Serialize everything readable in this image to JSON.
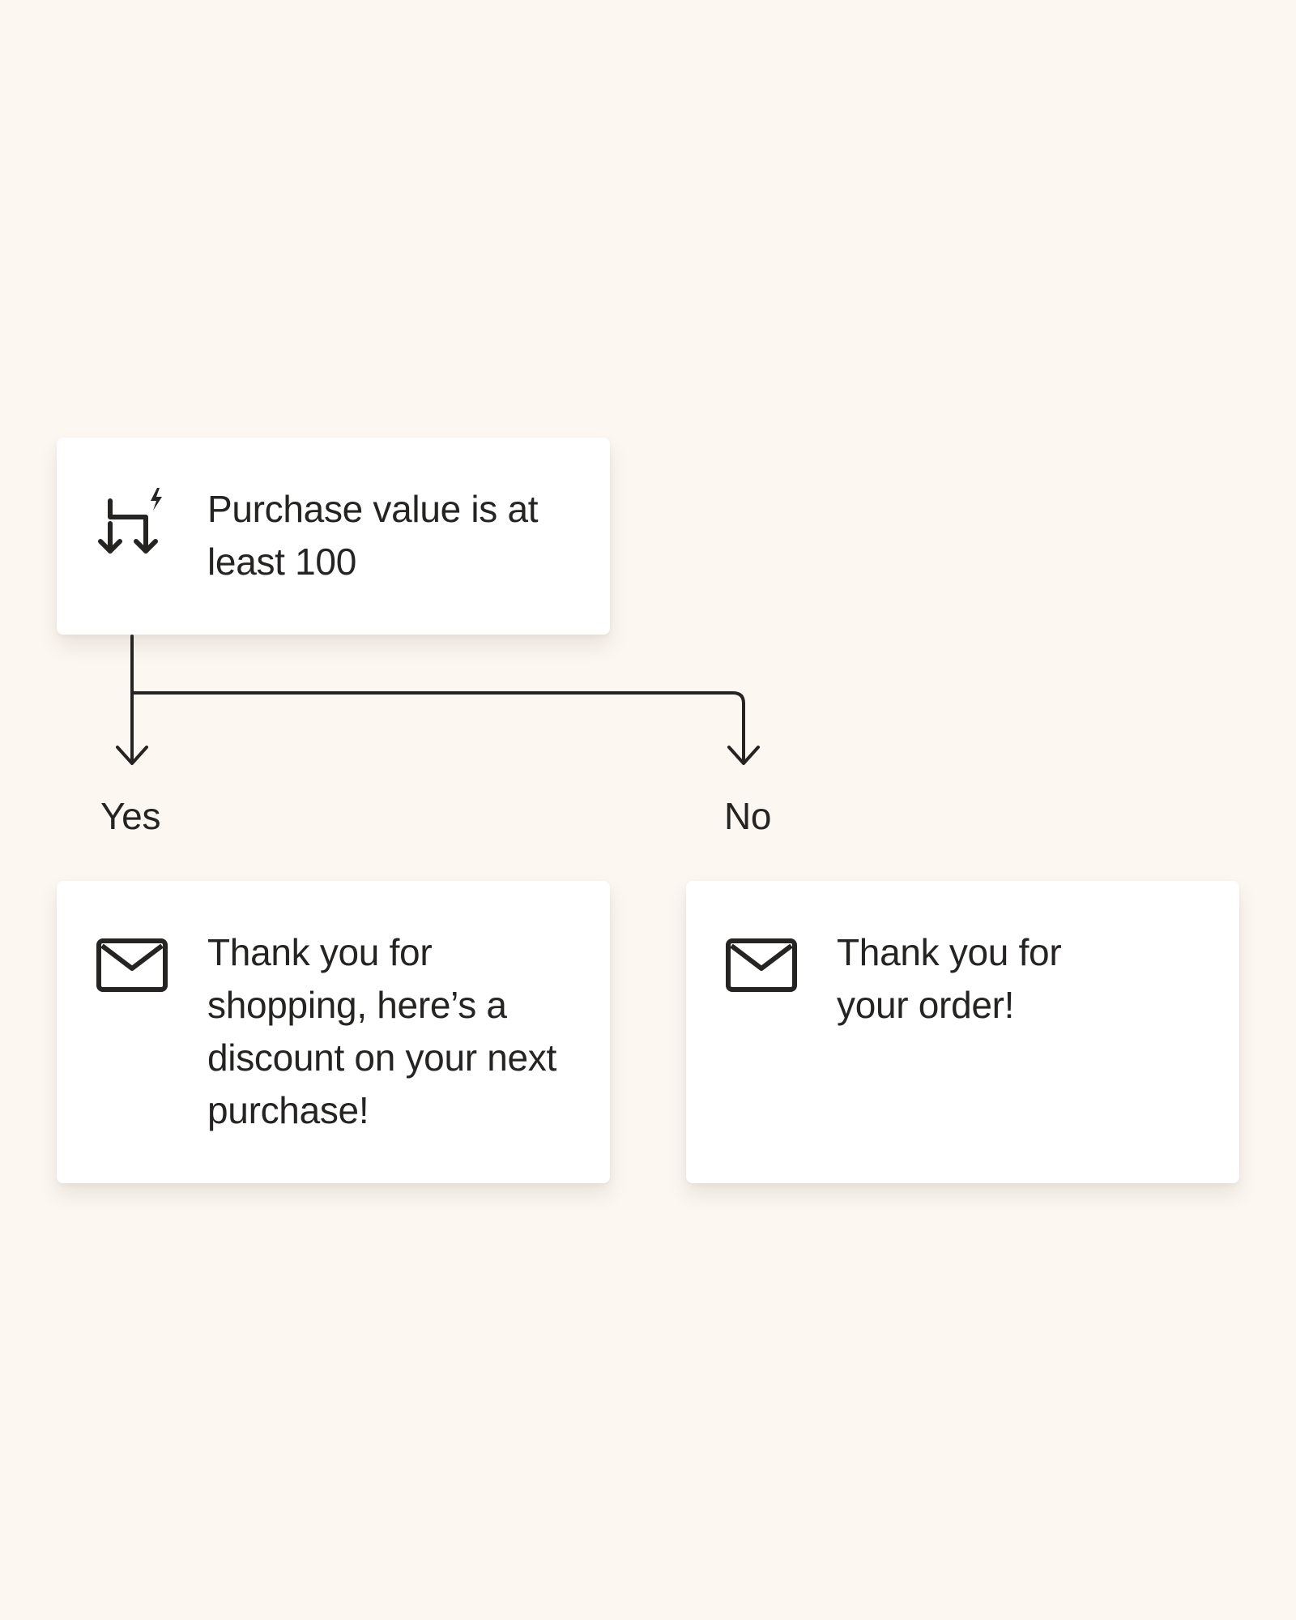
{
  "condition_node": {
    "icon": "split-branch-icon",
    "text": "Purchase value is at least 100"
  },
  "branches": {
    "yes_label": "Yes",
    "no_label": "No"
  },
  "yes_node": {
    "icon": "envelope-icon",
    "text": "Thank you for shopping, here’s a discount on your next purchase!"
  },
  "no_node": {
    "icon": "envelope-icon",
    "text": "Thank you for your order!"
  },
  "colors": {
    "background": "#fcf7f1",
    "card": "#ffffff",
    "ink": "#262422"
  }
}
